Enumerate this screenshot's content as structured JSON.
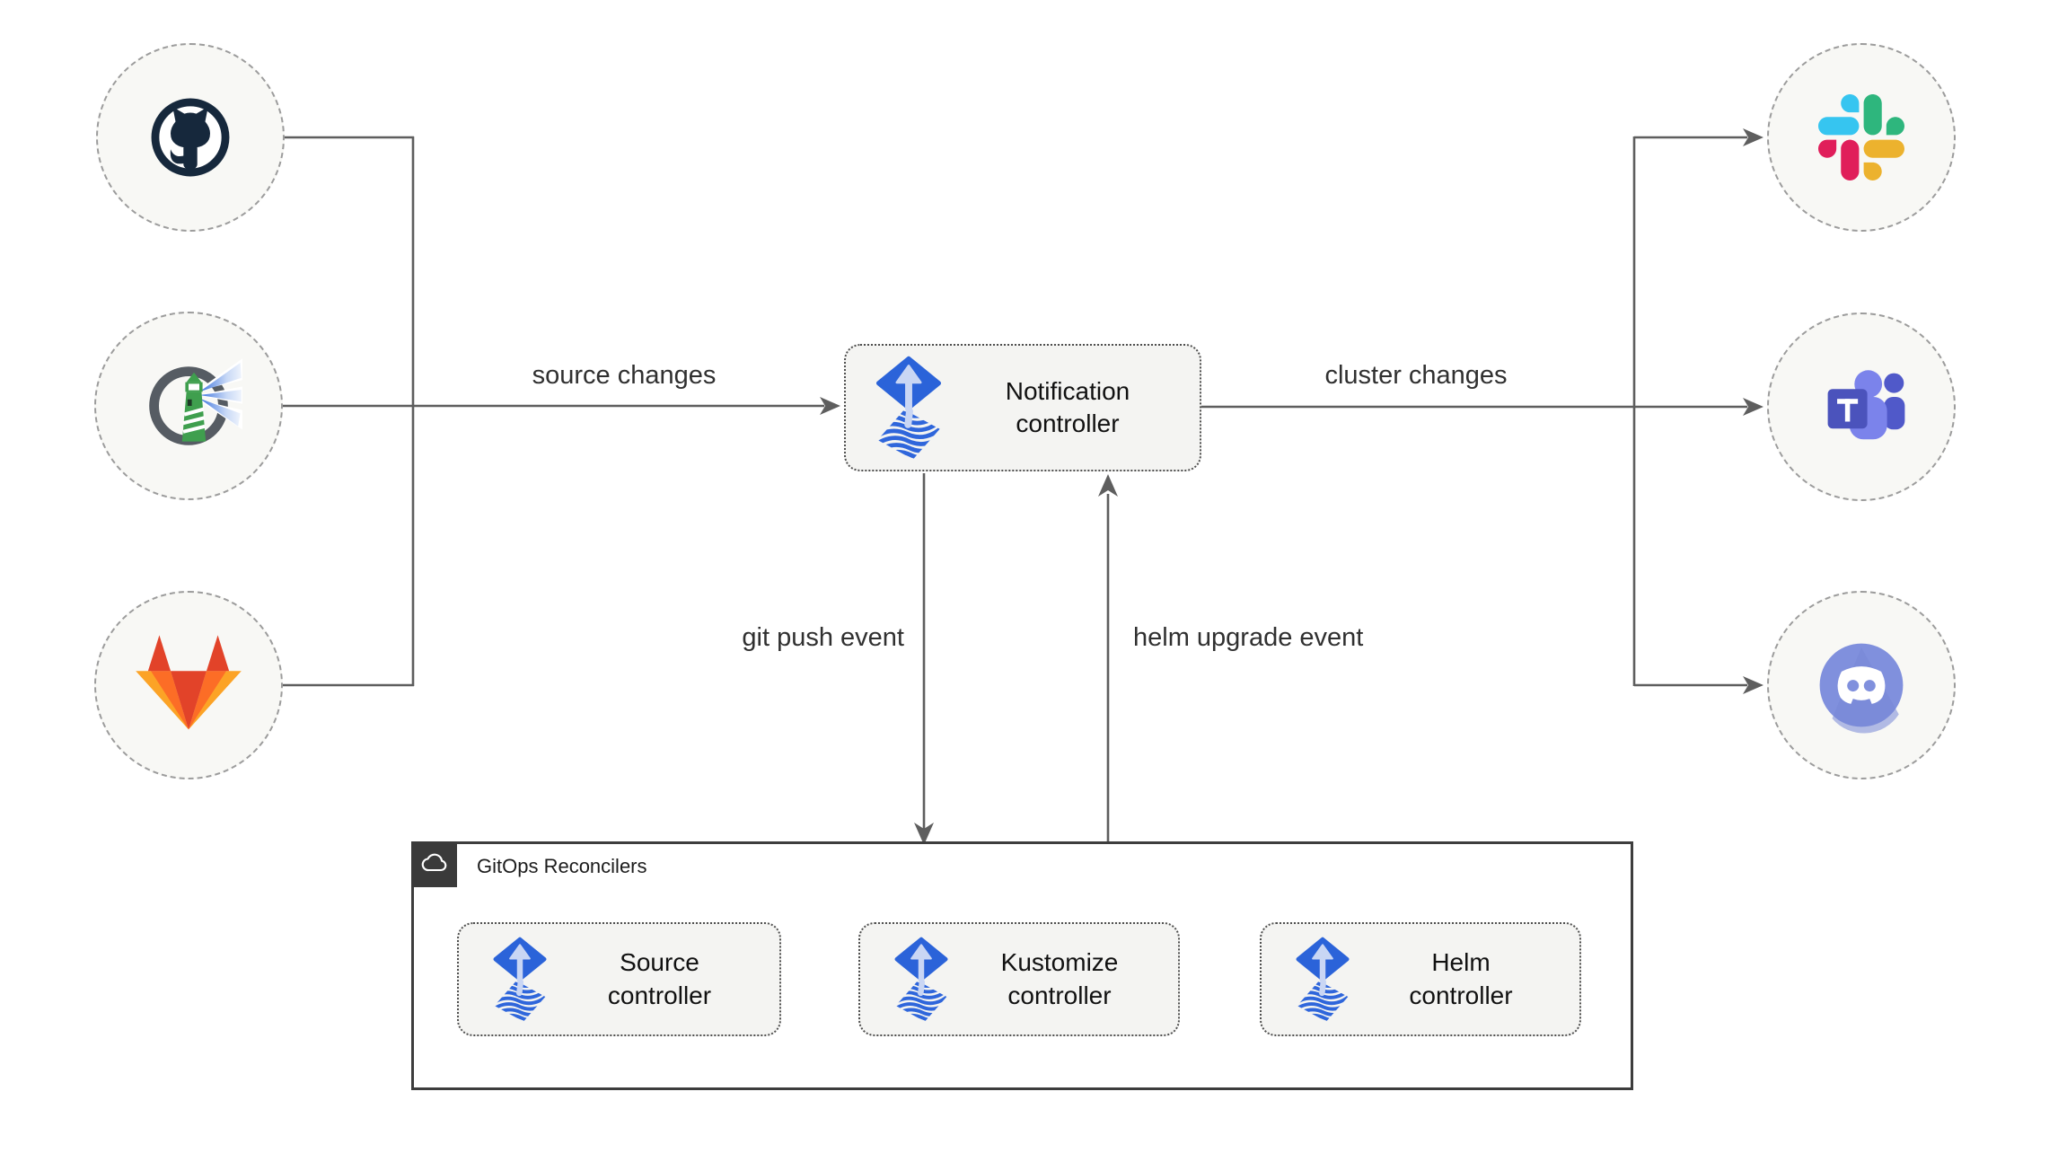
{
  "group": {
    "title": "GitOps Reconcilers"
  },
  "nodes": {
    "notification": {
      "label": "Notification\ncontroller"
    },
    "source": {
      "label": "Source\ncontroller"
    },
    "kustomize": {
      "label": "Kustomize\ncontroller"
    },
    "helm": {
      "label": "Helm\ncontroller"
    }
  },
  "edges": {
    "source_changes": "source changes",
    "cluster_changes": "cluster changes",
    "git_push_event": "git push event",
    "helm_upgrade_event": "helm upgrade event"
  },
  "icons": {
    "left_sources": [
      "github-icon",
      "harbor-icon",
      "gitlab-icon"
    ],
    "right_targets": [
      "slack-icon",
      "teams-icon",
      "discord-icon"
    ],
    "controller": "flux-icon",
    "group_badge": "cloud-icon"
  },
  "colors": {
    "line": "#5e5e5e",
    "box_fill": "#f4f4f2",
    "box_border": "#4f4f4f",
    "circle_fill": "#f8f8f5",
    "circle_border": "#9c9c9c",
    "group_border": "#3d3d3d",
    "badge_bg": "#3a3a3a",
    "flux_blue": "#2f66db",
    "flux_arrow": "#c9d6f4",
    "github_dark": "#16283c",
    "harbor_green": "#3f9f4e",
    "gitlab_red": "#e24329",
    "gitlab_orange": "#fc6d26",
    "gitlab_yellow": "#fca326",
    "slack_blue": "#36C5F0",
    "slack_green": "#2EB67D",
    "slack_yellow": "#ECB22E",
    "slack_red": "#E01E5A",
    "teams_light": "#7b83eb",
    "teams_mid": "#5059c9",
    "teams_dark": "#4b53bc",
    "discord_blurple": "#8090dd"
  }
}
